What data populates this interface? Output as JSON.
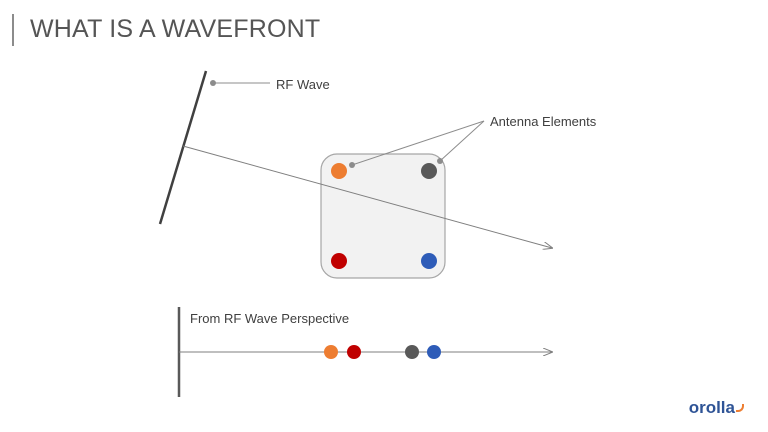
{
  "slide": {
    "title": "WHAT IS A WAVEFRONT"
  },
  "labels": {
    "rf_wave": "RF Wave",
    "antenna_elements": "Antenna Elements",
    "perspective": "From RF Wave Perspective"
  },
  "antenna_elements": [
    {
      "id": "top-left",
      "color": "#ed7d31"
    },
    {
      "id": "top-right",
      "color": "#595959"
    },
    {
      "id": "bottom-left",
      "color": "#c00000"
    },
    {
      "id": "bottom-right",
      "color": "#2e5cb8"
    }
  ],
  "perspective_order": [
    {
      "id": "orange",
      "color": "#ed7d31"
    },
    {
      "id": "red",
      "color": "#c00000"
    },
    {
      "id": "gray",
      "color": "#595959"
    },
    {
      "id": "blue",
      "color": "#2e5cb8"
    }
  ],
  "logo": {
    "text": "orolla"
  },
  "colors": {
    "line": "#7f7f7f",
    "wavefront": "#404040",
    "panel_fill": "#f2f2f2",
    "panel_stroke": "#a6a6a6"
  }
}
